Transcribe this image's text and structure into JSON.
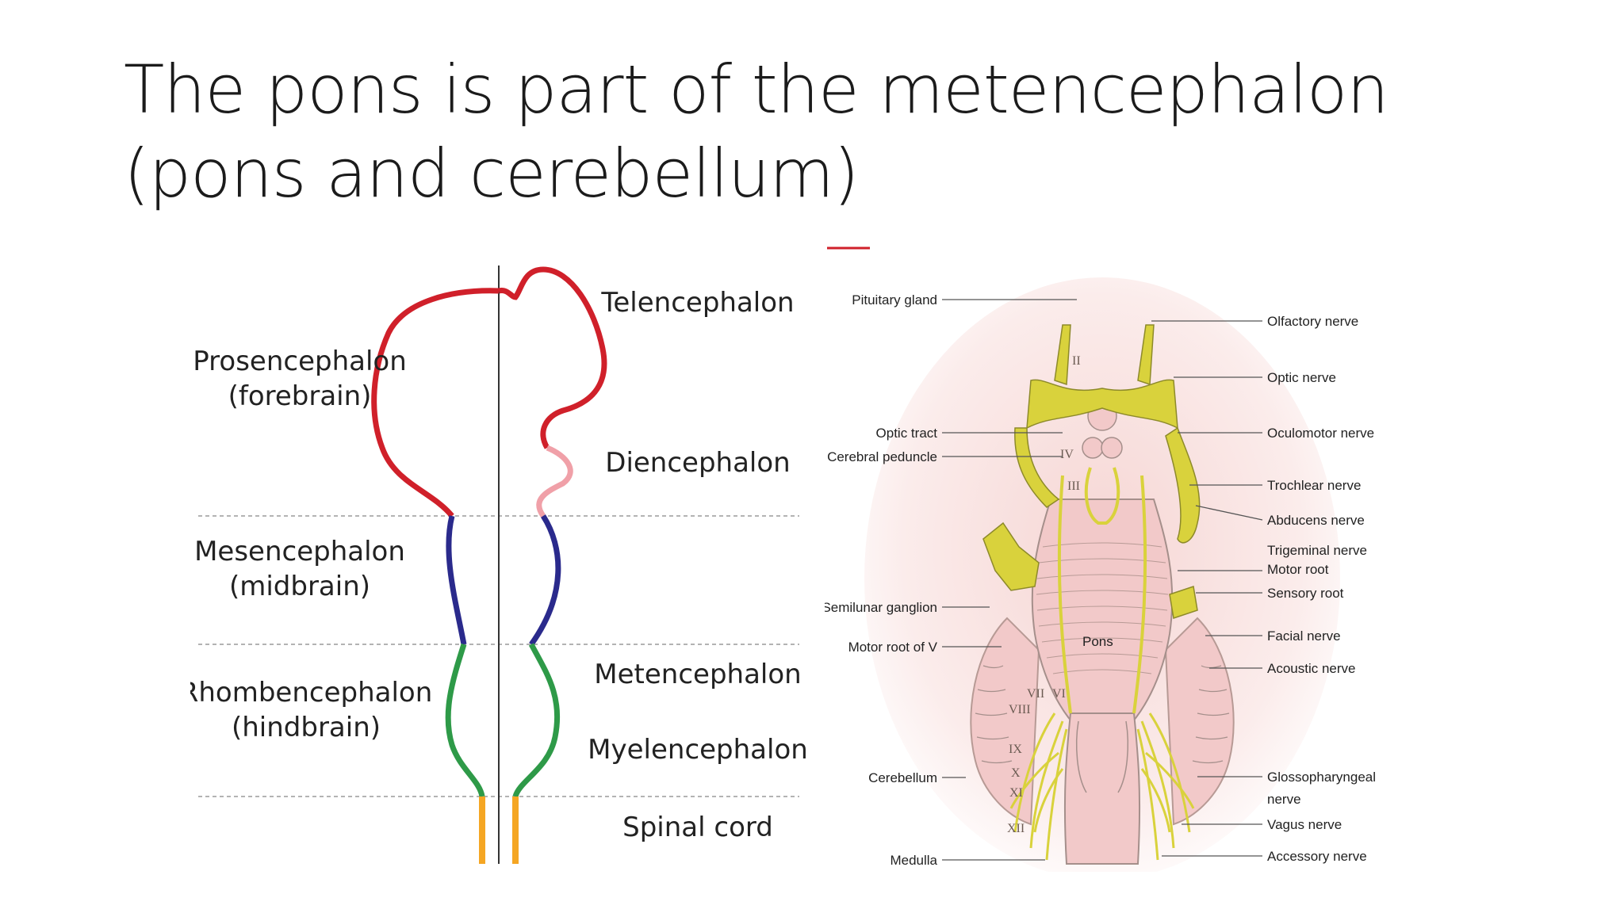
{
  "slide": {
    "title": "The pons is part of the metencephalon (pons and cerebellum)"
  },
  "colors": {
    "prosencephalon": "#d0202a",
    "diencephalon": "#f0a0a8",
    "mesencephalon": "#2a2a8c",
    "rhombencephalon": "#2e9a48",
    "spinal_cord": "#f5a623",
    "nerve_yellow": "#d9d23c",
    "brainstem_pink": "#f2c9c9",
    "accent_dash": "#d0202a"
  },
  "development_diagram": {
    "left_labels": [
      {
        "line1": "Prosencephalon",
        "line2": "(forebrain)"
      },
      {
        "line1": "Mesencephalon",
        "line2": "(midbrain)"
      },
      {
        "line1": "Rhombencephalon",
        "line2": "(hindbrain)"
      }
    ],
    "right_labels": [
      "Telencephalon",
      "Diencephalon",
      "Metencephalon",
      "Myelencephalon",
      "Spinal cord"
    ]
  },
  "brainstem_diagram": {
    "left_labels": [
      "Pituitary gland",
      "Optic tract",
      "Cerebral peduncle",
      "Semilunar ganglion",
      "Motor root of V",
      "Cerebellum",
      "Medulla"
    ],
    "right_labels": [
      "Olfactory nerve",
      "Optic nerve",
      "Oculomotor nerve",
      "Trochlear nerve",
      "Abducens nerve",
      "Trigeminal nerve",
      "Motor root",
      "Sensory root",
      "Facial nerve",
      "Acoustic nerve",
      "Glossopharyngeal",
      "nerve",
      "Vagus nerve",
      "Accessory nerve"
    ],
    "center_label": "Pons",
    "roman_numerals": [
      "II",
      "IV",
      "III",
      "VII",
      "VI",
      "VIII",
      "IX",
      "X",
      "XI",
      "XII"
    ]
  }
}
